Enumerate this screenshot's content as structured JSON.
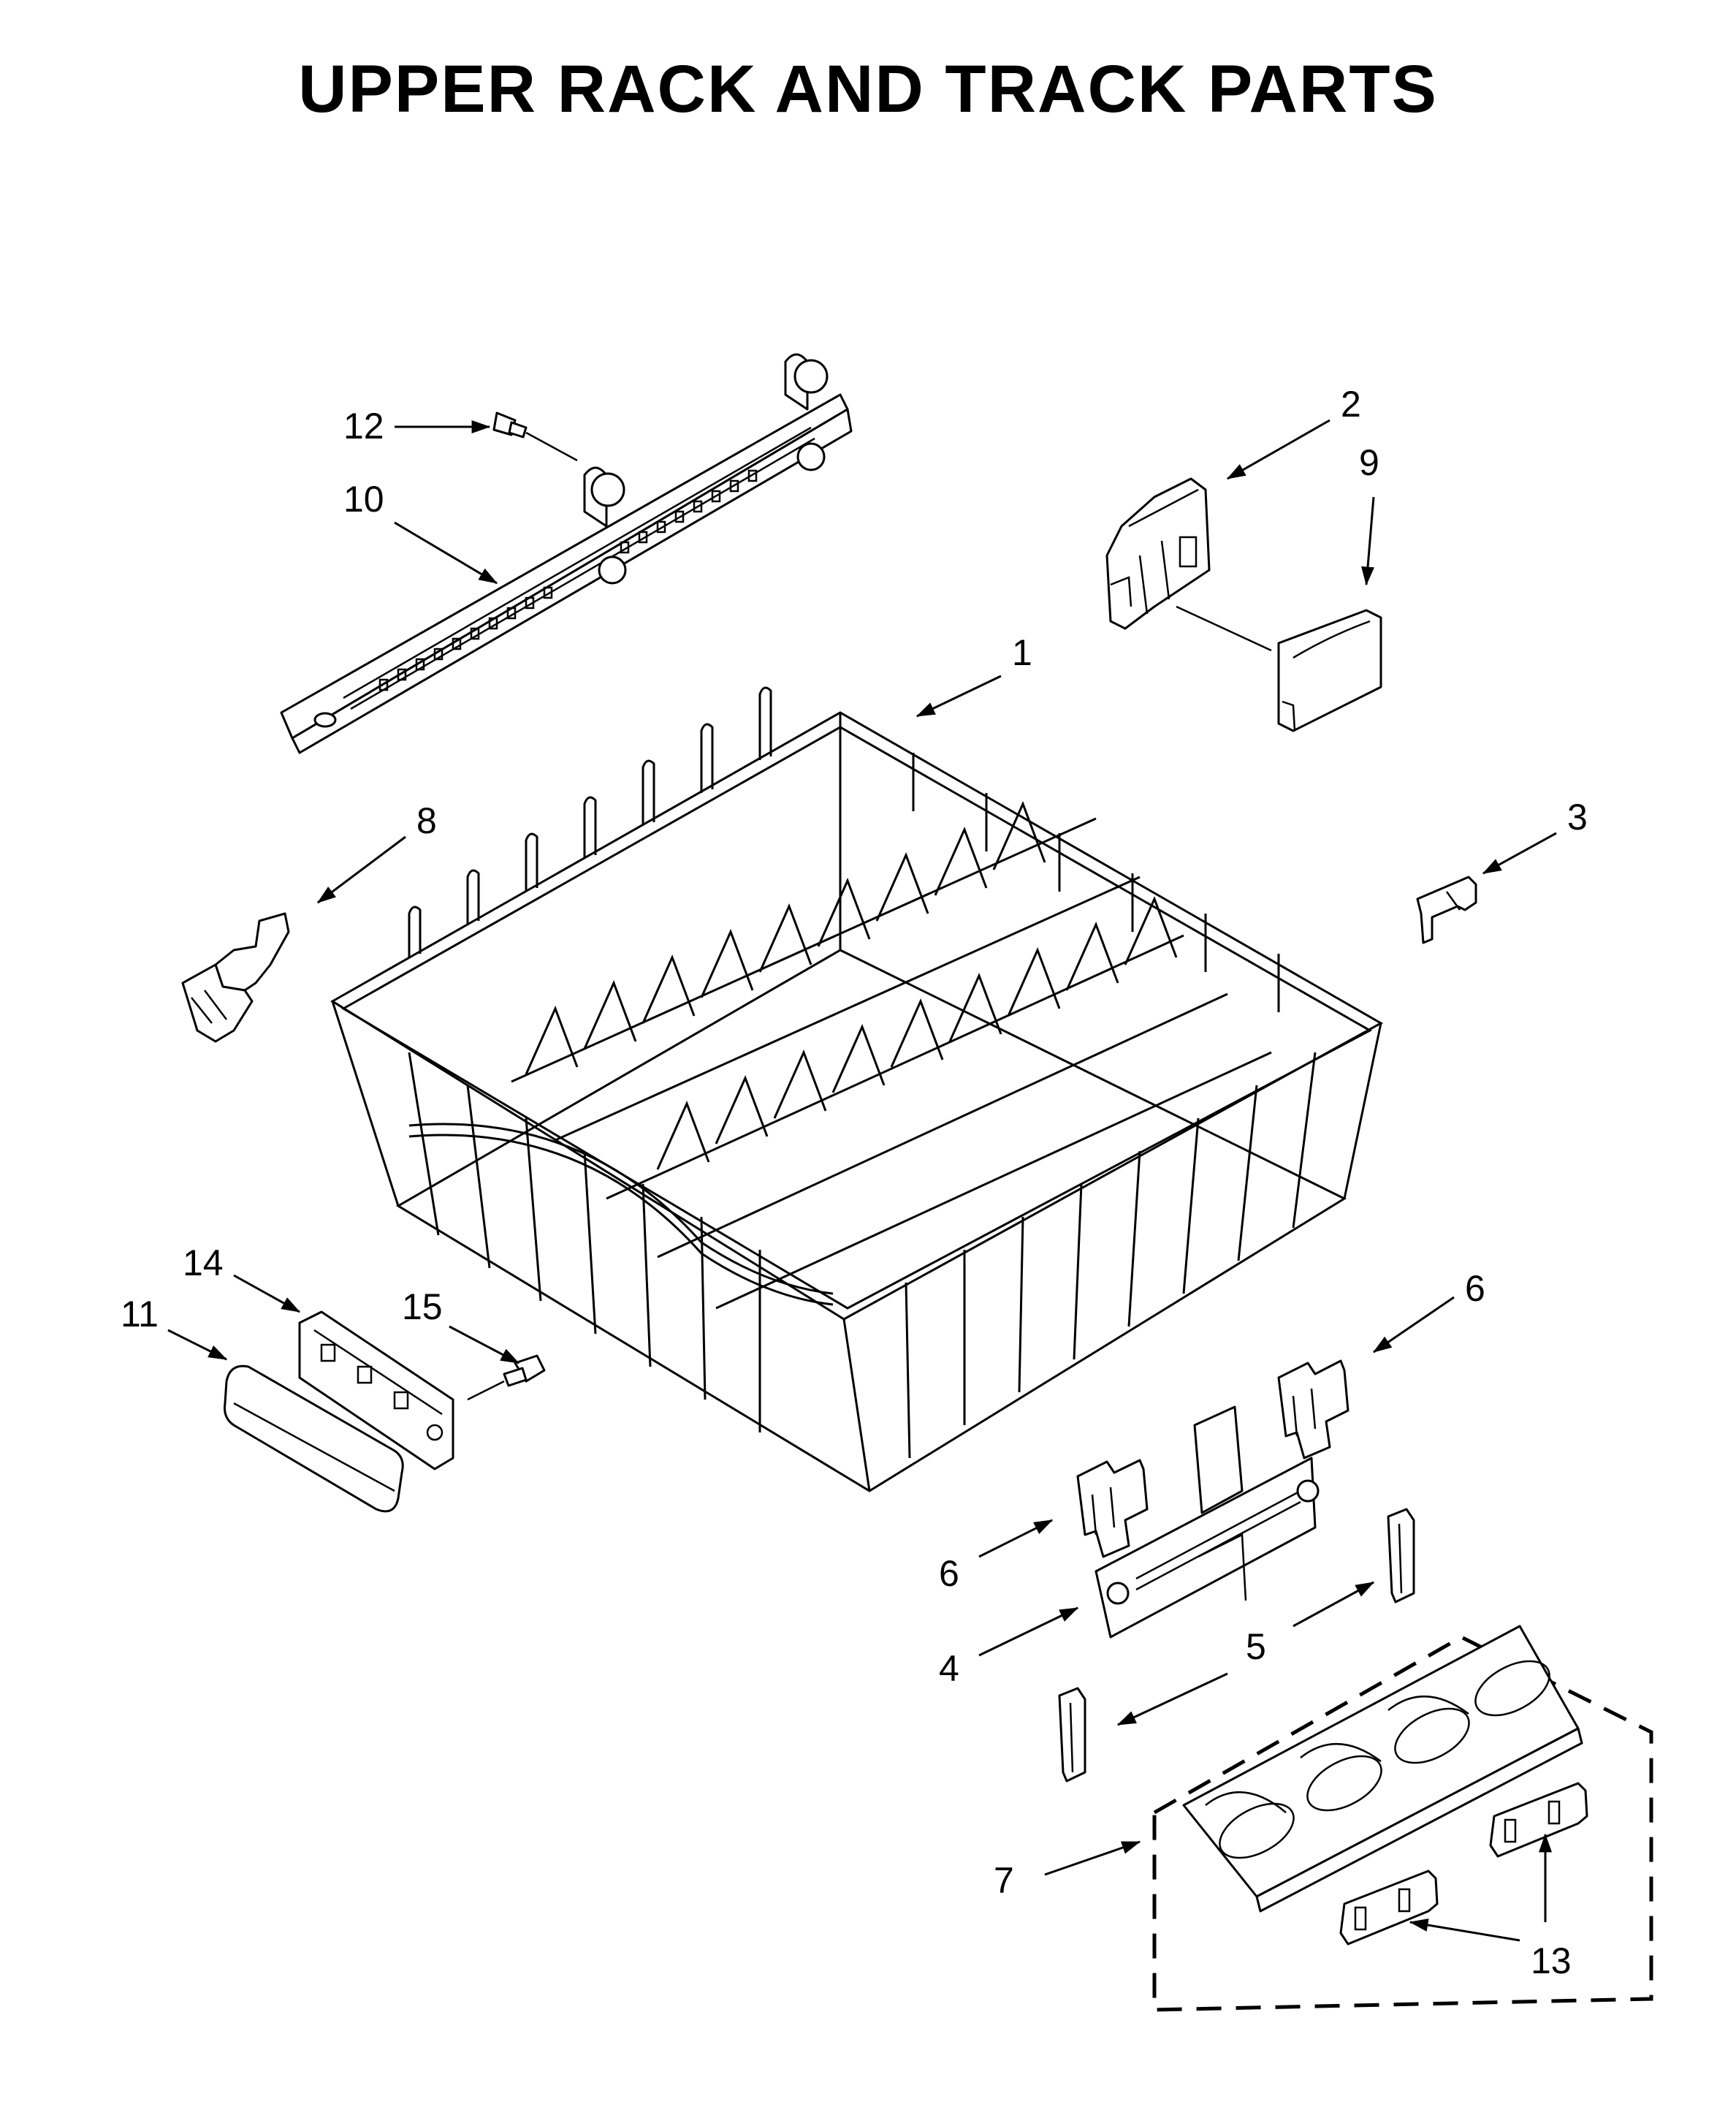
{
  "title": "UPPER RACK AND TRACK PARTS",
  "callouts": [
    "1",
    "2",
    "3",
    "4",
    "5",
    "6",
    "6",
    "7",
    "8",
    "9",
    "10",
    "11",
    "12",
    "13",
    "14",
    "15"
  ]
}
